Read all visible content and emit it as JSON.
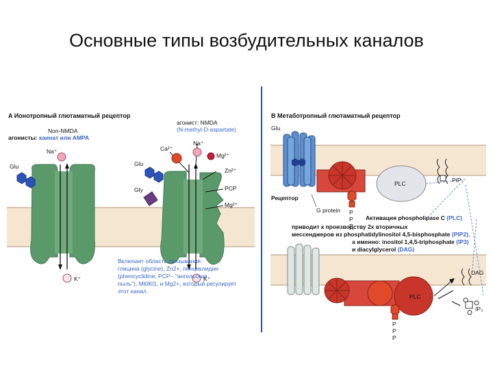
{
  "slide_title": "Основные типы возбудительных каналов",
  "panel_a": {
    "heading_letter": "A",
    "heading_text": "Ионотропный глютаматный рецептор",
    "agonist_left_label": "агонисты:",
    "agonist_left_value": "каинат или AMPA",
    "non_nmda": "Non-NMDA",
    "agonist_right_label": "агонист: NMDA",
    "agonist_right_sub": "(N-methyl-D-aspartate)",
    "ion_na_left": "Na⁺",
    "ion_k_left": "K⁺",
    "glu_left": "Glu",
    "ion_ca": "Ca²⁺",
    "ion_na_right": "Na⁺",
    "ion_mg_top": "Mg²⁺",
    "zn": "Zn²⁺",
    "pcp": "PCP",
    "mg_side": "Mg²⁺",
    "glu_right": "Glu",
    "gly": "Gly",
    "ion_k_right": "K⁺",
    "caption_line1": "Включает область связывания:",
    "caption_line2": "глицина (glycine),    Zn2+, пенциклидин",
    "caption_line3": "(phencyclidine, PCP - \"ангельская",
    "caption_line4": "пыль\"), МК801, и Mg2+, который регулирует",
    "caption_line5": "этот канал."
  },
  "panel_b": {
    "heading_letter": "B",
    "heading_text": "Метаботропный глютаматный рецептор",
    "glu": "Glu",
    "receptor": "Рецептор",
    "g_protein": "G protein",
    "plc_top": "PLC",
    "pip2": "PIP₂",
    "p_letters": [
      "P",
      "P",
      "P"
    ],
    "activation_black": "Активация phospholipase C",
    "activation_blue": "(PLC)",
    "line2": "приводит к производству 2х вторичных",
    "line3_black": "мессенджеров из phosphatidylinositol 4,5-bisphosphate",
    "line3_blue": "(PIP2),",
    "line4_black": "а именно: inositol 1,4,5-triphosphate",
    "line4_blue": "(IP3)",
    "line5_black": "и diacylglycerol",
    "line5_blue": "(DAG)",
    "dag": "DAG",
    "plc_bottom": "PLC",
    "ip3": "IP₃"
  },
  "colors": {
    "membrane": "#f5e6d2",
    "membrane_edge": "#c9b49a",
    "channel_green": "#5a9a6a",
    "receptor_blue": "#5b8fd0",
    "plc_red": "#d7473b",
    "text_blue": "#3a66c4",
    "divider": "#2b4fa8"
  }
}
